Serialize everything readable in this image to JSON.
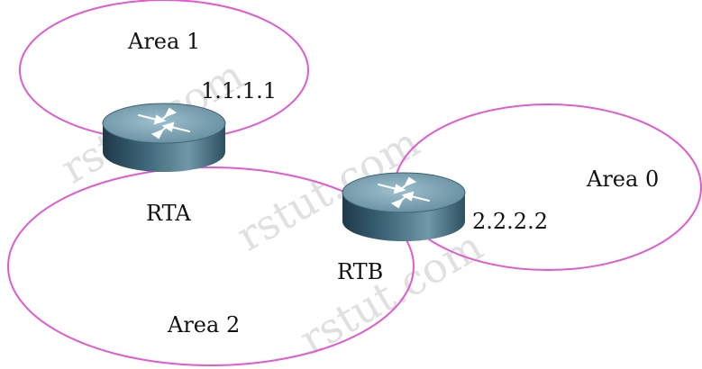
{
  "areas": [
    {
      "id": "area1",
      "label": "Area 1"
    },
    {
      "id": "area0",
      "label": "Area 0"
    },
    {
      "id": "area2",
      "label": "Area 2"
    }
  ],
  "routers": [
    {
      "id": "rta",
      "label": "RTA",
      "ip": "1.1.1.1"
    },
    {
      "id": "rtb",
      "label": "RTB",
      "ip": "2.2.2.2"
    }
  ],
  "watermark": "rstut.com",
  "colors": {
    "area_outline": "#e05ad0",
    "router_body_dark": "#2a4b5c",
    "router_body_light": "#5f8c9e",
    "router_top": "#7fa7b6"
  }
}
